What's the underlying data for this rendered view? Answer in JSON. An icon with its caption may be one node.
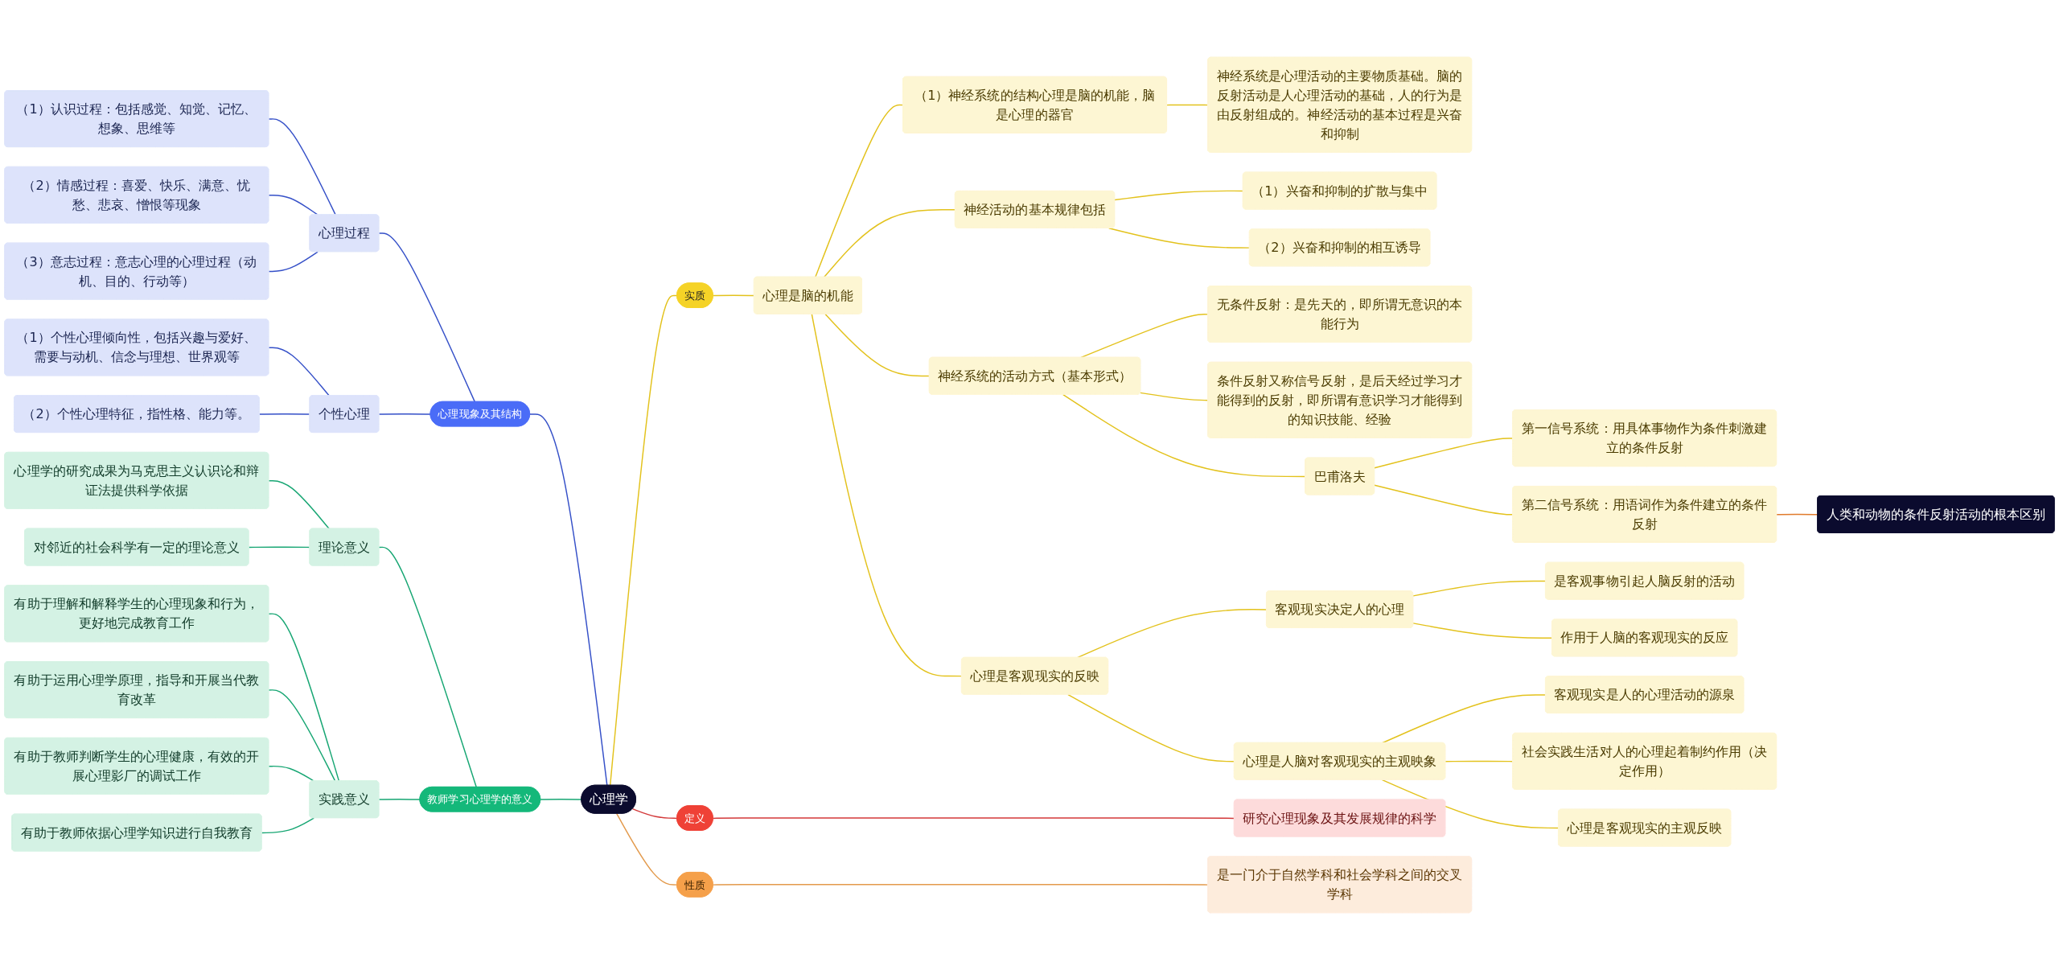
{
  "diagram": {
    "nodes": [
      {
        "text": [
          "心理学"
        ]
      },
      {
        "text": [
          "实质"
        ]
      },
      {
        "text": [
          "心理是脑的机能"
        ]
      },
      {
        "text": [
          "（1）神经系统的结构心理是脑的机能，脑是心理的器官"
        ]
      },
      {
        "text": [
          "神经系统是心理活动的主要物质基础。脑的反射活动是人心理活动的基础，人的行为是由反射组成的。神经活动的基本过程是兴奋和抑制"
        ]
      },
      {
        "text": [
          "神经活动的基本规律包括"
        ]
      },
      {
        "text": [
          "（1）兴奋和抑制的扩散与集中"
        ]
      },
      {
        "text": [
          "（2）兴奋和抑制的相互诱导"
        ]
      },
      {
        "text": [
          "神经系统的活动方式（基本形式）"
        ]
      },
      {
        "text": [
          "无条件反射：是先天的，即所谓无意识的本能行为"
        ]
      },
      {
        "text": [
          "条件反射又称信号反射，是后天经过学习才能得到的反射，即所谓有意识学习才能得到的知识技能、经验"
        ]
      },
      {
        "text": [
          "巴甫洛夫"
        ]
      },
      {
        "text": [
          "第一信号系统：用具体事物作为条件刺激建立的条件反射"
        ]
      },
      {
        "text": [
          "第二信号系统：用语词作为条件建立的条件反射"
        ]
      },
      {
        "text": [
          "人类和动物的条件反射活动的根本区别"
        ]
      },
      {
        "text": [
          "心理是客观现实的反映"
        ]
      },
      {
        "text": [
          "客观现实决定人的心理"
        ]
      },
      {
        "text": [
          "是客观事物引起人脑反射的活动"
        ]
      },
      {
        "text": [
          "作用于人脑的客观现实的反应"
        ]
      },
      {
        "text": [
          "心理是人脑对客观现实的主观映象"
        ]
      },
      {
        "text": [
          "客观现实是人的心理活动的源泉"
        ]
      },
      {
        "text": [
          "社会实践生活对人的心理起着制约作用（决定作用）"
        ]
      },
      {
        "text": [
          "心理是客观现实的主观反映"
        ]
      },
      {
        "text": [
          "定义"
        ]
      },
      {
        "text": [
          "研究心理现象及其发展规律的科学"
        ]
      },
      {
        "text": [
          "性质"
        ]
      },
      {
        "text": [
          "是一门介于自然学科和社会学科之间的交叉学科"
        ]
      },
      {
        "text": [
          "心理现象及其结构"
        ]
      },
      {
        "text": [
          "心理过程"
        ]
      },
      {
        "text": [
          "（1）认识过程：包括感觉、知觉、记忆、想象、思维等"
        ]
      },
      {
        "text": [
          "（2）情感过程：喜爱、快乐、满意、忧愁、悲哀、憎恨等现象"
        ]
      },
      {
        "text": [
          "（3）意志过程：意志心理的心理过程（动机、目的、行动等）"
        ]
      },
      {
        "text": [
          "个性心理"
        ]
      },
      {
        "text": [
          "（1）个性心理倾向性，包括兴趣与爱好、需要与动机、信念与理想、世界观等"
        ]
      },
      {
        "text": [
          "（2）个性心理特征，指性格、能力等。"
        ]
      },
      {
        "text": [
          "教师学习心理学的意义"
        ]
      },
      {
        "text": [
          "理论意义"
        ]
      },
      {
        "text": [
          "心理学的研究成果为马克思主义认识论和辩证法提供科学依据"
        ]
      },
      {
        "text": [
          "对邻近的社会科学有一定的理论意义"
        ]
      },
      {
        "text": [
          "实践意义"
        ]
      },
      {
        "text": [
          "有助于理解和解释学生的心理现象和行为，更好地完成教育工作"
        ]
      },
      {
        "text": [
          "有助于运用心理学原理，指导和开展当代教育改革"
        ]
      },
      {
        "text": [
          "有助于教师判断学生的心理健康，有效的开展心理影厂的调试工作"
        ]
      },
      {
        "text": [
          "有助于教师依据心理学知识进行自我教育"
        ]
      }
    ],
    "edges": [
      {
        "from": 0,
        "to": 1,
        "arrow": "none"
      },
      {
        "from": 1,
        "to": 2,
        "arrow": "none"
      },
      {
        "from": 2,
        "to": 3,
        "arrow": "none"
      },
      {
        "from": 3,
        "to": 4,
        "arrow": "none"
      },
      {
        "from": 2,
        "to": 5,
        "arrow": "none"
      },
      {
        "from": 5,
        "to": 6,
        "arrow": "none"
      },
      {
        "from": 5,
        "to": 7,
        "arrow": "none"
      },
      {
        "from": 2,
        "to": 8,
        "arrow": "none"
      },
      {
        "from": 8,
        "to": 9,
        "arrow": "none"
      },
      {
        "from": 8,
        "to": 10,
        "arrow": "none"
      },
      {
        "from": 8,
        "to": 11,
        "arrow": "none"
      },
      {
        "from": 11,
        "to": 12,
        "arrow": "none"
      },
      {
        "from": 11,
        "to": 13,
        "arrow": "none"
      },
      {
        "from": 13,
        "to": 14,
        "arrow": "none",
        "color": "#e07b2c"
      },
      {
        "from": 2,
        "to": 15,
        "arrow": "none"
      },
      {
        "from": 15,
        "to": 16,
        "arrow": "none"
      },
      {
        "from": 16,
        "to": 17,
        "arrow": "none"
      },
      {
        "from": 16,
        "to": 18,
        "arrow": "none"
      },
      {
        "from": 15,
        "to": 19,
        "arrow": "none"
      },
      {
        "from": 19,
        "to": 20,
        "arrow": "none"
      },
      {
        "from": 19,
        "to": 21,
        "arrow": "none"
      },
      {
        "from": 19,
        "to": 22,
        "arrow": "none"
      },
      {
        "from": 0,
        "to": 23,
        "arrow": "none",
        "color": "#d3393a"
      },
      {
        "from": 23,
        "to": 24,
        "arrow": "none",
        "color": "#d3393a"
      },
      {
        "from": 0,
        "to": 25,
        "arrow": "none",
        "color": "#e39a4c"
      },
      {
        "from": 25,
        "to": 26,
        "arrow": "none",
        "color": "#e39a4c"
      },
      {
        "from": 27,
        "to": 0,
        "arrow": "none",
        "color": "#3550c8"
      },
      {
        "from": 28,
        "to": 27,
        "arrow": "none",
        "color": "#3550c8"
      },
      {
        "from": 29,
        "to": 28,
        "arrow": "none",
        "color": "#3550c8"
      },
      {
        "from": 30,
        "to": 28,
        "arrow": "none",
        "color": "#3550c8"
      },
      {
        "from": 31,
        "to": 28,
        "arrow": "none",
        "color": "#3550c8"
      },
      {
        "from": 32,
        "to": 27,
        "arrow": "none",
        "color": "#3550c8"
      },
      {
        "from": 33,
        "to": 32,
        "arrow": "none",
        "color": "#3550c8"
      },
      {
        "from": 34,
        "to": 32,
        "arrow": "none",
        "color": "#3550c8"
      },
      {
        "from": 35,
        "to": 0,
        "arrow": "none",
        "color": "#17a673"
      },
      {
        "from": 36,
        "to": 35,
        "arrow": "none",
        "color": "#17a673"
      },
      {
        "from": 37,
        "to": 36,
        "arrow": "none",
        "color": "#17a673"
      },
      {
        "from": 38,
        "to": 36,
        "arrow": "none",
        "color": "#17a673"
      },
      {
        "from": 39,
        "to": 35,
        "arrow": "none",
        "color": "#17a673"
      },
      {
        "from": 40,
        "to": 39,
        "arrow": "none",
        "color": "#17a673"
      },
      {
        "from": 41,
        "to": 39,
        "arrow": "none",
        "color": "#17a673"
      },
      {
        "from": 42,
        "to": 39,
        "arrow": "none",
        "color": "#17a673"
      },
      {
        "from": 43,
        "to": 39,
        "arrow": "none",
        "color": "#17a673"
      }
    ]
  }
}
